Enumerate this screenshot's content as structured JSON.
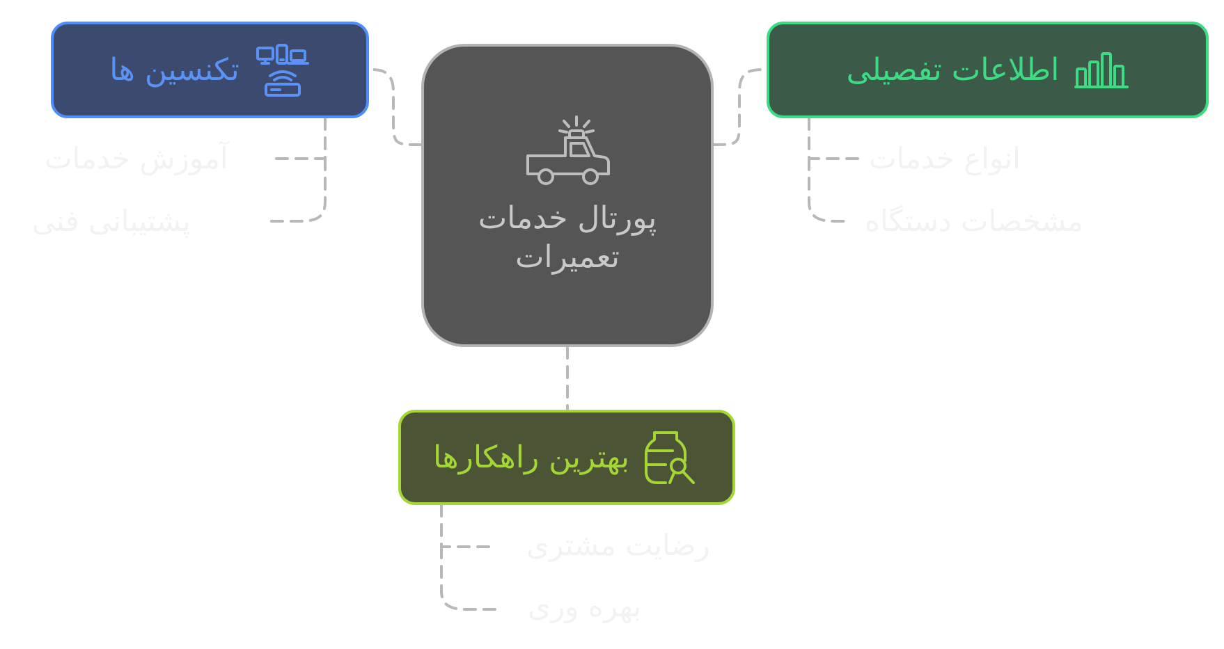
{
  "diagram": {
    "center": {
      "title": "پورتال خدمات تعمیرات",
      "icon": "tow-truck-icon",
      "colors": {
        "fill": "#555555",
        "border": "#b3b3b3",
        "text": "#c9c9c9"
      }
    },
    "branches": {
      "technicians": {
        "label": "تکنسین ها",
        "icon": "devices-icon",
        "colors": {
          "fill": "#3b4a6e",
          "border": "#4f8ef7",
          "text": "#5a93f5"
        },
        "children": [
          "آموزش خدمات",
          "پشتیبانی فنی"
        ]
      },
      "details": {
        "label": "اطلاعات تفصیلی",
        "icon": "bar-chart-icon",
        "colors": {
          "fill": "#3b5a48",
          "border": "#3ddc84",
          "text": "#3ddc84"
        },
        "children": [
          "انواع خدمات",
          "مشخصات دستگاه"
        ]
      },
      "solutions": {
        "label": "بهترین راهکارها",
        "icon": "jar-magnifier-icon",
        "colors": {
          "fill": "#4b5535",
          "border": "#a4d636",
          "text": "#a4d636"
        },
        "children": [
          "رضایت مشتری",
          "بهره وری"
        ]
      }
    },
    "connector_color": "#b8b8b8",
    "child_text_color": "#f2f2f2"
  }
}
